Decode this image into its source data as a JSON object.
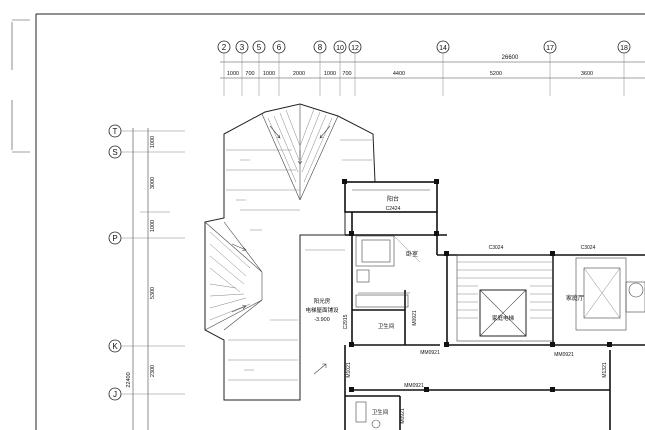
{
  "grid": {
    "column_axes": [
      "2",
      "3",
      "5",
      "6",
      "8",
      "10",
      "12",
      "14",
      "17",
      "18"
    ],
    "row_axes": [
      "T",
      "S",
      "P",
      "K",
      "J"
    ]
  },
  "dimensions": {
    "overall_top": "26600",
    "top_segments": [
      "1000",
      "700",
      "1000",
      "2000",
      "1000",
      "700",
      "4400",
      "5200",
      "3600"
    ],
    "left_overall": "22400",
    "left_segments": [
      "1000",
      "3000",
      "1000",
      "5300",
      "2300"
    ]
  },
  "rooms": {
    "balcony": "阳台",
    "window_balcony": "C2424",
    "bedroom": "卧室",
    "window_c3024_a": "C3024",
    "window_c3024_b": "C3024",
    "family_room": "家庭厅",
    "family_stair": "家庭电梯",
    "slope_note_1": "阳光房",
    "slope_note_2": "电梯屋面铺设",
    "slope_note_3": "-3.900",
    "bath_1": "卫生间",
    "bath_2": "卫生间",
    "door_c2915": "C2915",
    "door_m0921_a": "M0921",
    "door_mm0921_a": "MM0921",
    "door_mm0921_b": "MM0921",
    "door_mm0921_c": "MM0921",
    "door_m1021": "M1021",
    "door_m1321": "M1321",
    "door_m0921_b": "M0921"
  }
}
